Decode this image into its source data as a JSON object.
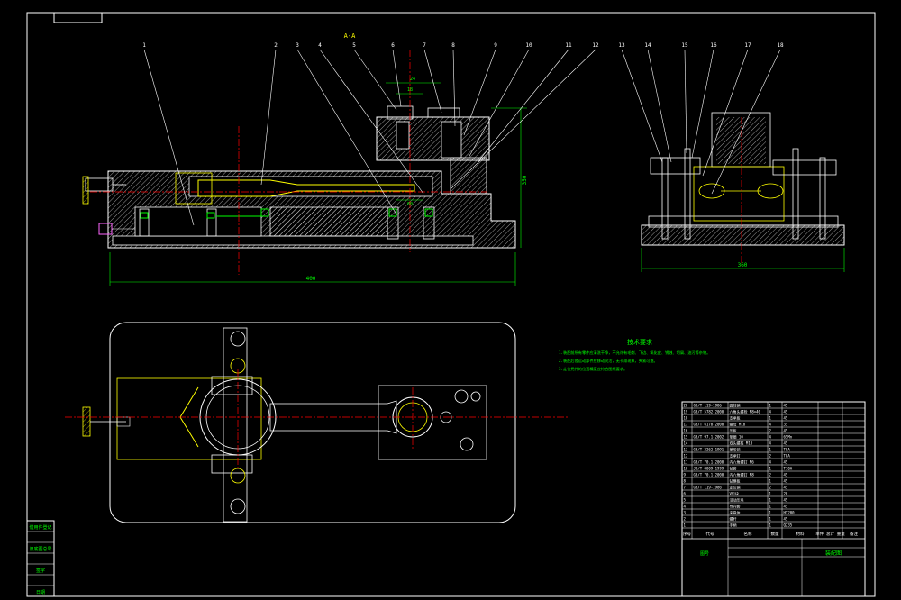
{
  "section_label": "A-A",
  "balloons": [
    "1",
    "2",
    "3",
    "4",
    "5",
    "6",
    "7",
    "8",
    "9",
    "10",
    "11",
    "12",
    "13",
    "14",
    "15",
    "16",
    "17",
    "18"
  ],
  "dimensions": {
    "width_main": "400",
    "height_main": "350",
    "width_side": "360",
    "top_a": "24",
    "top_b": "18",
    "mid": "60"
  },
  "notes": {
    "title": "技术要求",
    "lines": [
      "1.装配前所有零件应清洗干净，不允许有毛刺、飞边、氧化皮、锈蚀、切屑、油污等杂物。",
      "2.装配后各运动部件应移动灵活，无卡滞现象，夹紧可靠。",
      "3.定位元件的位置精度应符合图纸要求。"
    ]
  },
  "bom": {
    "rows": [
      [
        "20",
        "GB/T 119-1986",
        "圆柱销",
        "1",
        "45",
        ""
      ],
      [
        "19",
        "GB/T 5782-2000",
        "六角头螺栓 M8×40",
        "4",
        "45",
        ""
      ],
      [
        "18",
        "",
        "支承板",
        "1",
        "45",
        ""
      ],
      [
        "17",
        "GB/T 6170-2000",
        "螺母 M10",
        "4",
        "35",
        ""
      ],
      [
        "16",
        "",
        "压板",
        "2",
        "45",
        ""
      ],
      [
        "15",
        "GB/T 97.1-2002",
        "垫圈 10",
        "4",
        "65Mn",
        ""
      ],
      [
        "14",
        "",
        "双头螺柱 M10",
        "4",
        "45",
        ""
      ],
      [
        "13",
        "GB/T 2262-1991",
        "菱形销",
        "1",
        "T8A",
        ""
      ],
      [
        "12",
        "",
        "支承钉",
        "2",
        "T8A",
        ""
      ],
      [
        "11",
        "GB/T 70.1-2000",
        "内六角螺钉 M6",
        "4",
        "45",
        ""
      ],
      [
        "10",
        "JB/T 8009-1999",
        "钻套",
        "1",
        "T10A",
        ""
      ],
      [
        "9",
        "GB/T 70.1-2000",
        "内六角螺钉 M8",
        "2",
        "45",
        ""
      ],
      [
        "8",
        "",
        "钻模板",
        "1",
        "45",
        ""
      ],
      [
        "7",
        "GB/T 119-1986",
        "定位销",
        "2",
        "45",
        ""
      ],
      [
        "6",
        "",
        "V形块",
        "1",
        "20",
        ""
      ],
      [
        "5",
        "",
        "活动压块",
        "1",
        "45",
        ""
      ],
      [
        "4",
        "",
        "导向套",
        "1",
        "45",
        ""
      ],
      [
        "3",
        "",
        "夹具体",
        "1",
        "HT200",
        ""
      ],
      [
        "2",
        "",
        "螺杆",
        "1",
        "45",
        ""
      ],
      [
        "1",
        "",
        "手柄",
        "1",
        "Q235",
        ""
      ]
    ],
    "header": {
      "no": "序号",
      "code": "代号",
      "name": "名称",
      "qty": "数量",
      "material": "材料",
      "weight": "单件 总计 重量",
      "remark": "备注"
    },
    "title": "装配图"
  },
  "left_strip": [
    "借用件登记",
    "",
    "旧底图总号",
    "",
    "签字",
    "",
    "日期"
  ],
  "corner_code": "图号"
}
